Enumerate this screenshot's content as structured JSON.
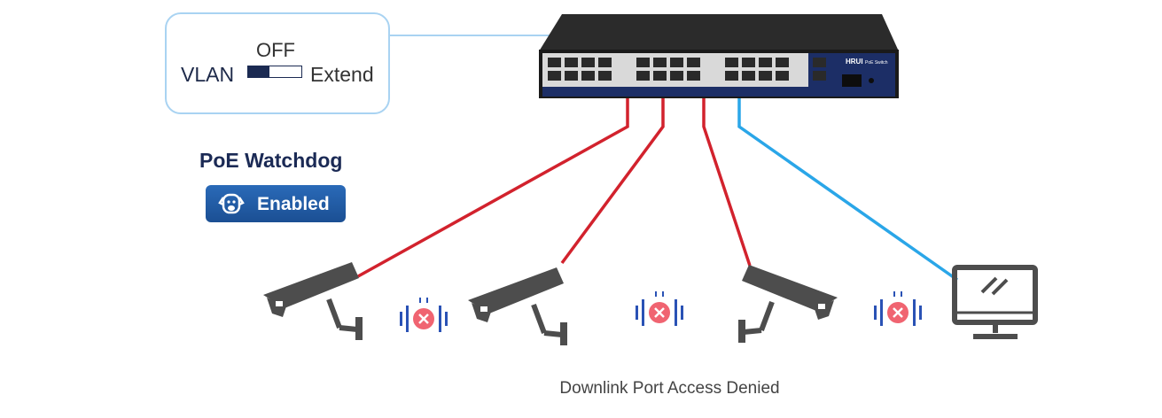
{
  "callout": {
    "state": "OFF",
    "left_label": "VLAN",
    "right_label": "Extend"
  },
  "watchdog": {
    "title": "PoE Watchdog",
    "status": "Enabled"
  },
  "switch": {
    "brand": "HRUI",
    "model_label": "PoE Switch"
  },
  "caption": "Downlink Port Access Denied",
  "colors": {
    "denied_link": "#d2222d",
    "allowed_link": "#2aa6e8",
    "switch_body": "#222222",
    "panel": "#1c2e66",
    "device": "#4d4d4d"
  },
  "devices": [
    {
      "type": "camera",
      "icon": "camera-icon",
      "link": "denied"
    },
    {
      "type": "camera",
      "icon": "camera-icon",
      "link": "denied"
    },
    {
      "type": "camera",
      "icon": "camera-icon",
      "link": "denied"
    },
    {
      "type": "monitor",
      "icon": "monitor-icon",
      "link": "allowed"
    }
  ],
  "blocked_markers": [
    "blocked-icon",
    "blocked-icon",
    "blocked-icon"
  ]
}
